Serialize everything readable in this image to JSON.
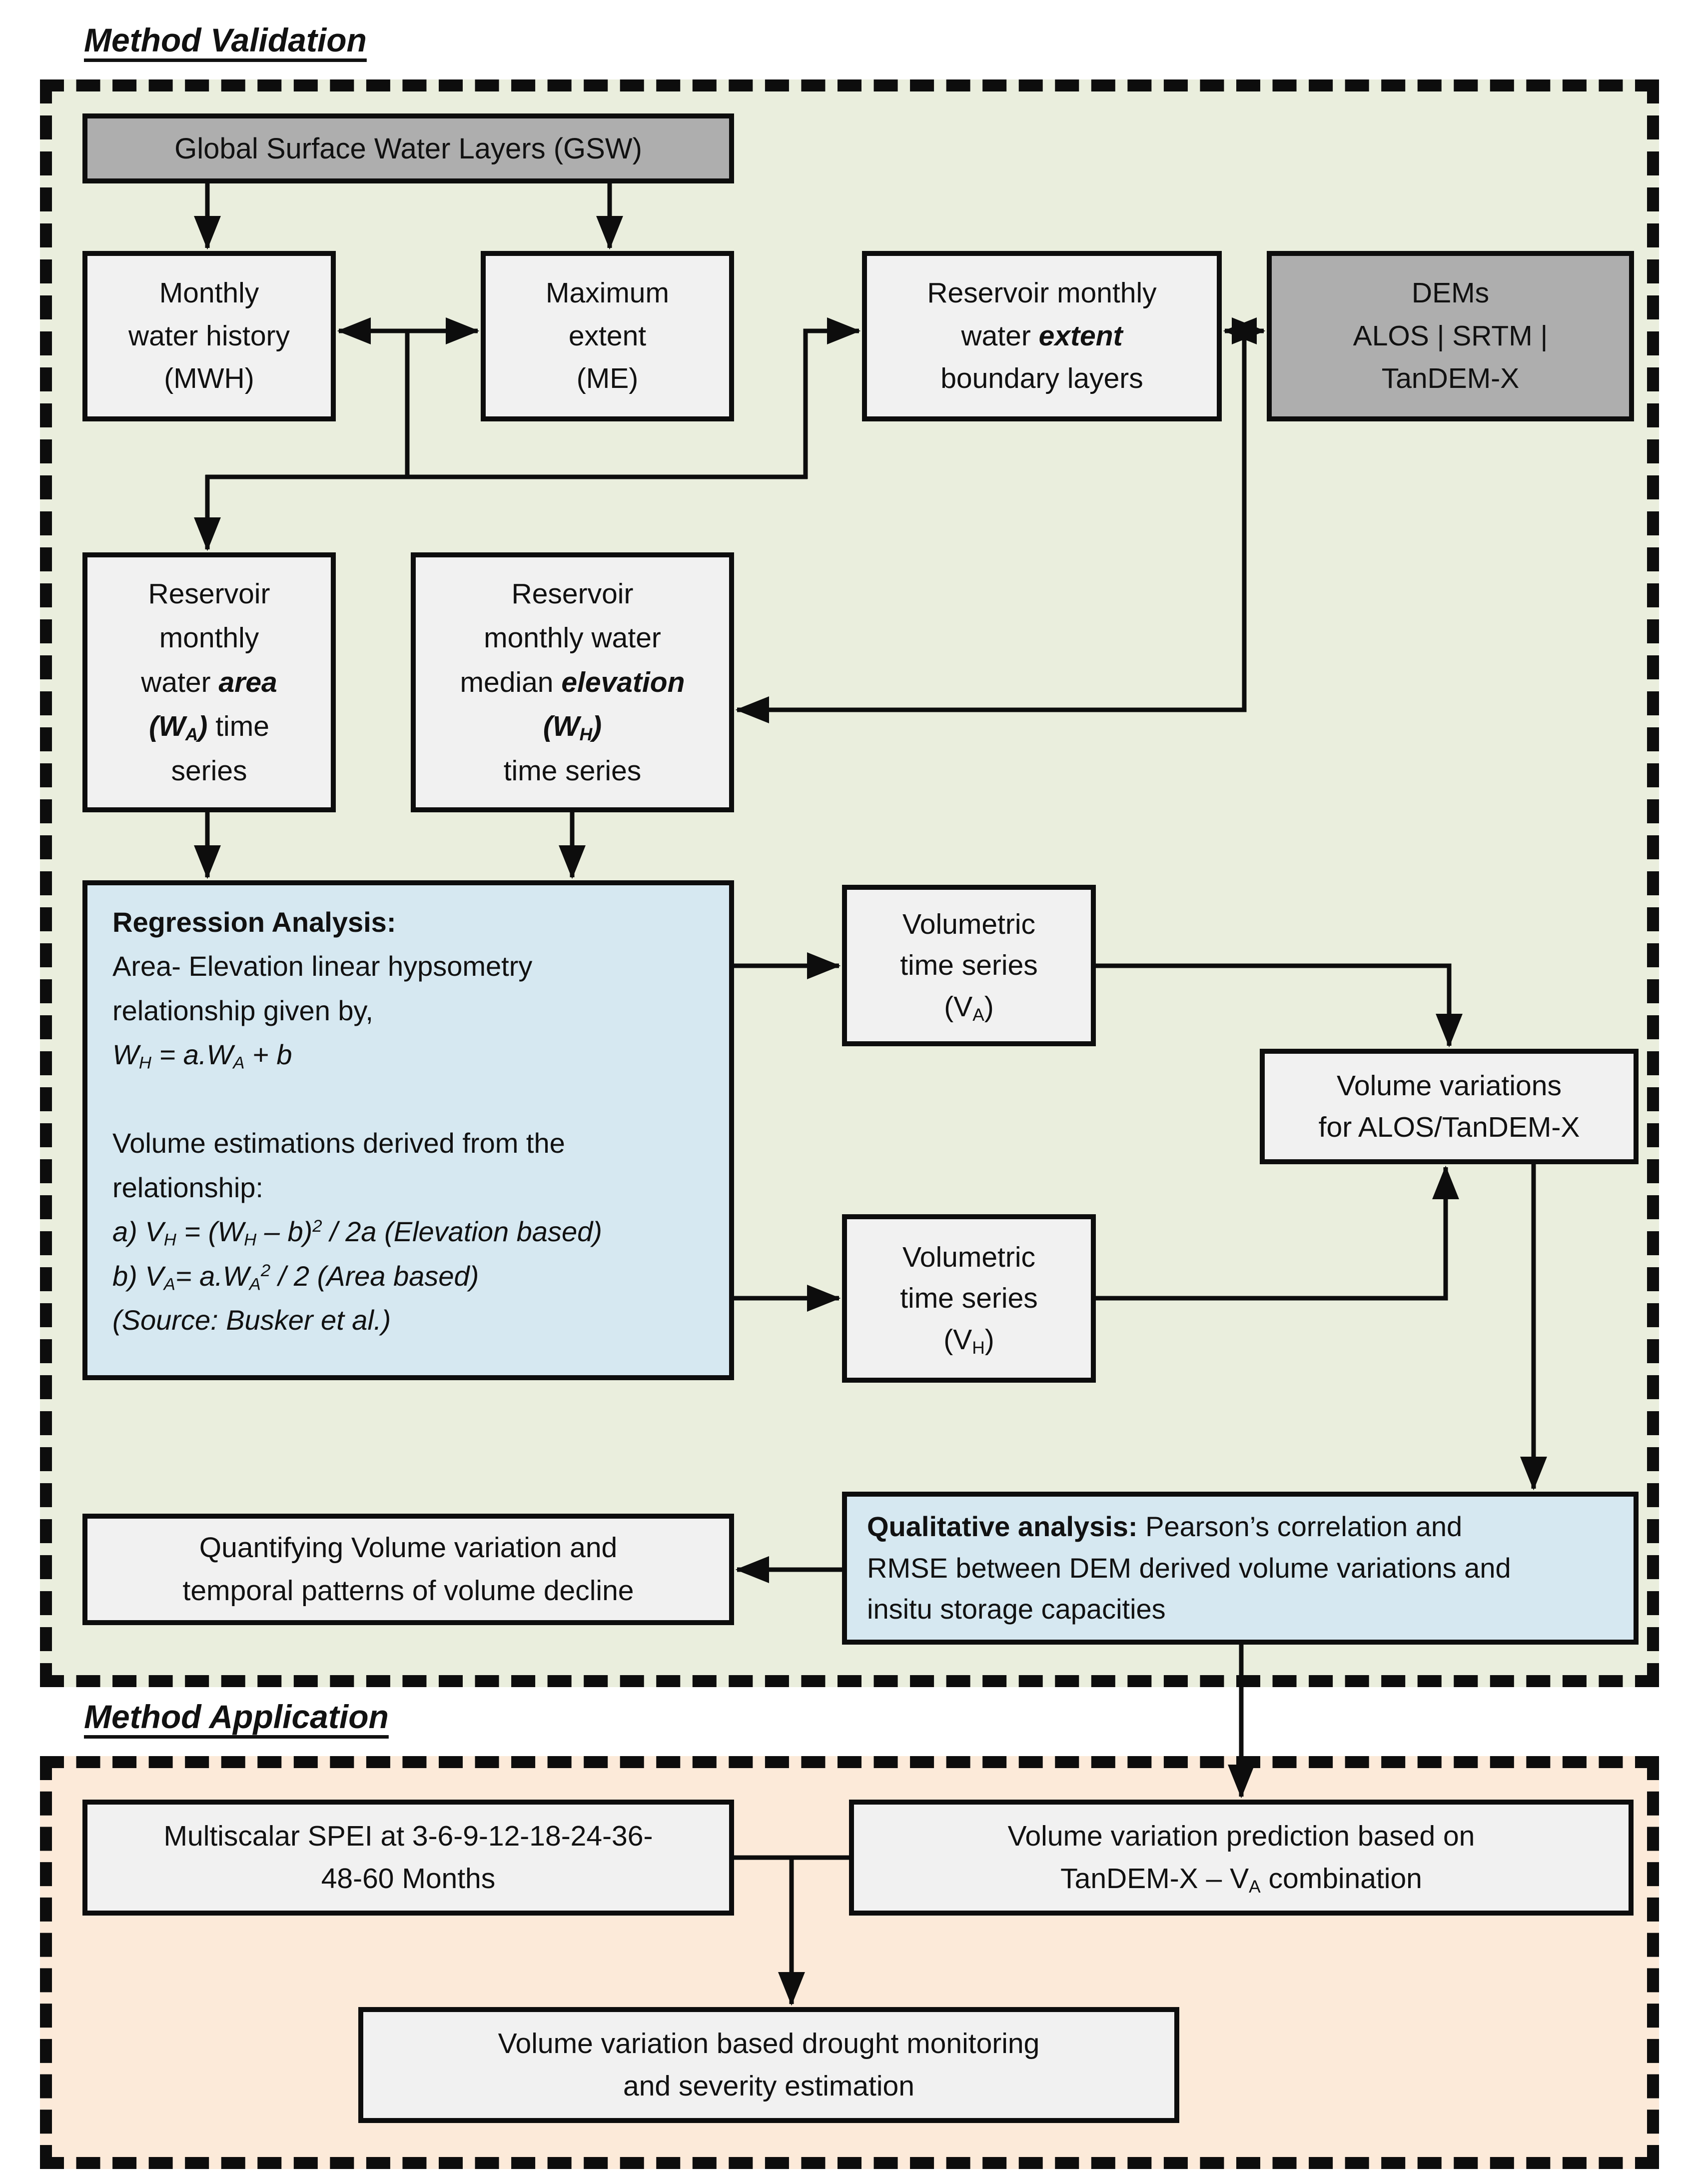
{
  "titles": {
    "validation": "Method Validation",
    "application": "Method Application"
  },
  "colors": {
    "bg_validation": "#eaeedd",
    "bg_application": "#fcead9",
    "box_fill": "#f1f1f1",
    "box_gray": "#aeaeae",
    "box_blue": "#d6e8f1",
    "line": "#0d0d0d"
  },
  "boxes": {
    "gsw": {
      "lines": [
        "Global Surface Water Layers (GSW)"
      ]
    },
    "mwh": {
      "lines": [
        "Monthly",
        "water history",
        "(MWH)"
      ]
    },
    "me": {
      "lines": [
        "Maximum",
        "extent",
        "(ME)"
      ]
    },
    "extent": {
      "lines": [
        "Reservoir monthly",
        [
          {
            "text": "water "
          },
          {
            "text": "extent",
            "bold": true,
            "italic": true
          }
        ],
        "boundary layers"
      ]
    },
    "dems": {
      "lines": [
        "DEMs",
        "ALOS | SRTM |",
        "TanDEM-X"
      ]
    },
    "wa": {
      "lines": [
        "Reservoir",
        "monthly",
        [
          {
            "text": "water "
          },
          {
            "text": "area",
            "bold": true,
            "italic": true
          }
        ],
        [
          {
            "text": "(W",
            "bold": true,
            "italic": true
          },
          {
            "text": "A",
            "bold": true,
            "italic": true,
            "sub": true
          },
          {
            "text": ")",
            "bold": true,
            "italic": true
          },
          {
            "text": " time"
          }
        ],
        "series"
      ]
    },
    "wh": {
      "lines": [
        "Reservoir",
        "monthly water",
        [
          {
            "text": "median "
          },
          {
            "text": "elevation",
            "bold": true,
            "italic": true
          }
        ],
        [
          {
            "text": "(W",
            "bold": true,
            "italic": true
          },
          {
            "text": "H",
            "bold": true,
            "italic": true,
            "sub": true
          },
          {
            "text": ")",
            "bold": true,
            "italic": true
          }
        ],
        "time series"
      ]
    },
    "regression": {
      "lines": [
        [
          {
            "text": "Regression Analysis:",
            "bold": true
          }
        ],
        "Area- Elevation linear hypsometry",
        "relationship given by,",
        [
          {
            "text": "W",
            "italic": true
          },
          {
            "text": "H",
            "italic": true,
            "sub": true
          },
          {
            "text": " = a.W",
            "italic": true
          },
          {
            "text": "A",
            "italic": true,
            "sub": true
          },
          {
            "text": " + b",
            "italic": true
          }
        ],
        "",
        "Volume estimations derived from the",
        "relationship:",
        [
          {
            "text": "a) V",
            "italic": true
          },
          {
            "text": "H",
            "italic": true,
            "sub": true
          },
          {
            "text": " = (W",
            "italic": true
          },
          {
            "text": "H",
            "italic": true,
            "sub": true
          },
          {
            "text": " – b)",
            "italic": true
          },
          {
            "text": "2",
            "italic": true,
            "sup": true
          },
          {
            "text": " / 2a (Elevation based)",
            "italic": true
          }
        ],
        [
          {
            "text": "b) V",
            "italic": true
          },
          {
            "text": "A",
            "italic": true,
            "sub": true
          },
          {
            "text": "=  a.W",
            "italic": true
          },
          {
            "text": "A",
            "italic": true,
            "sub": true
          },
          {
            "text": "2",
            "italic": true,
            "sup": true
          },
          {
            "text": " / 2 (Area based)",
            "italic": true
          }
        ],
        [
          {
            "text": "(Source: Busker et al.)",
            "italic": true
          }
        ]
      ]
    },
    "va": {
      "lines": [
        "Volumetric",
        "time series",
        [
          {
            "text": "(V"
          },
          {
            "text": "A",
            "sub": true
          },
          {
            "text": ")"
          }
        ]
      ]
    },
    "volvar": {
      "lines": [
        "Volume variations",
        "for ALOS/TanDEM-X"
      ]
    },
    "vh": {
      "lines": [
        "Volumetric",
        "time series",
        [
          {
            "text": "(V"
          },
          {
            "text": "H",
            "sub": true
          },
          {
            "text": ")"
          }
        ]
      ]
    },
    "qualitative": {
      "lines": [
        [
          {
            "text": "Qualitative analysis:",
            "bold": true
          },
          {
            "text": " Pearson’s correlation and"
          }
        ],
        "RMSE between DEM derived volume variations and",
        "insitu storage capacities"
      ]
    },
    "quantifying": {
      "lines": [
        "Quantifying Volume variation and",
        "temporal patterns of volume decline"
      ]
    },
    "spei": {
      "lines": [
        "Multiscalar SPEI at 3-6-9-12-18-24-36-",
        "48-60  Months"
      ]
    },
    "prediction": {
      "lines": [
        "Volume variation prediction based on",
        [
          {
            "text": "TanDEM-X – V"
          },
          {
            "text": "A",
            "sub": true
          },
          {
            "text": " combination"
          }
        ]
      ]
    },
    "drought": {
      "lines": [
        "Volume variation based drought monitoring",
        "and severity estimation"
      ]
    }
  }
}
